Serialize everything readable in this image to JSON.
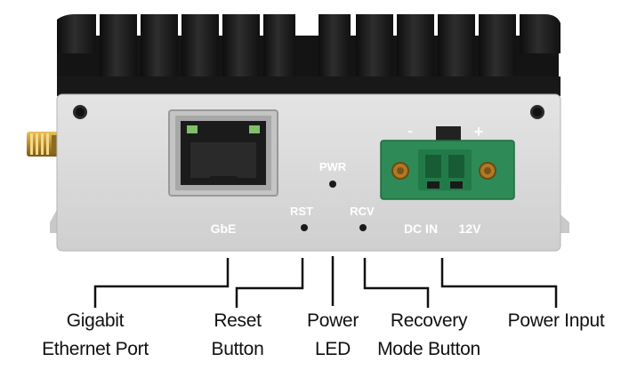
{
  "device_markings": {
    "port_gbe": "GbE",
    "pwr": "PWR",
    "rst": "RST",
    "rcv": "RCV",
    "dc_in": "DC IN",
    "voltage": "12V",
    "minus": "-",
    "plus": "+"
  },
  "callouts": {
    "ethernet": [
      "Gigabit",
      "Ethernet Port"
    ],
    "reset": [
      "Reset",
      "Button"
    ],
    "power_led": [
      "Power",
      "LED"
    ],
    "recovery": [
      "Recovery",
      "Mode Button"
    ],
    "power_input": [
      "Power Input"
    ]
  },
  "colors": {
    "heatsink": "#1a1a1a",
    "panel": "#dcdcdc",
    "connector": "#2e8a57",
    "marking_text": "#ffffff",
    "label_text": "#111111"
  }
}
